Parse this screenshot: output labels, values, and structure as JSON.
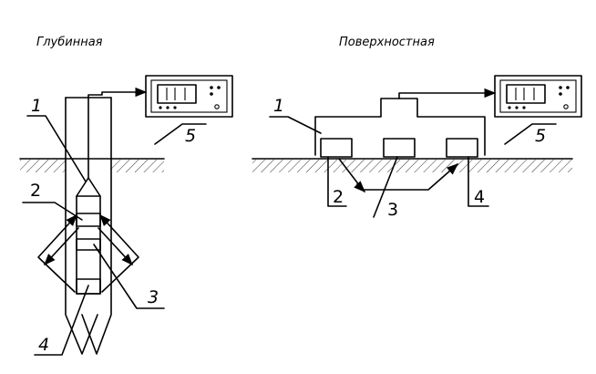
{
  "titles": {
    "deep": "Глубинная",
    "surface": "Поверхностная"
  },
  "labels": {
    "deep": [
      "1",
      "2",
      "3",
      "4",
      "5"
    ],
    "surface": [
      "1",
      "2",
      "3",
      "4",
      "5"
    ]
  },
  "icons": {
    "meter": "digital-readout-device-icon",
    "arrow": "arrow-head-icon"
  }
}
